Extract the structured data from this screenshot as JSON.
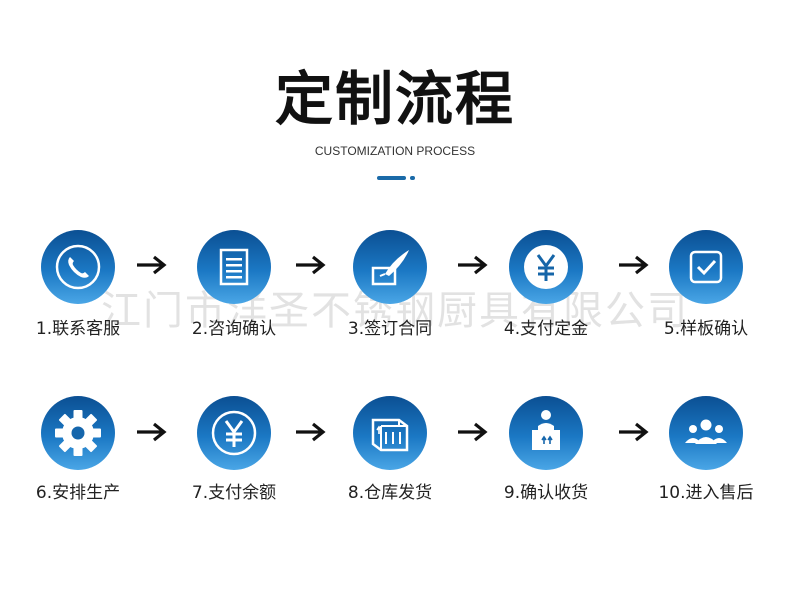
{
  "header": {
    "title": "定制流程",
    "subtitle": "CUSTOMIZATION PROCESS"
  },
  "watermark": "江门市洋圣不锈钢厨具有限公司",
  "steps": [
    {
      "label": "1.联系客服",
      "icon": "phone-icon"
    },
    {
      "label": "2.咨询确认",
      "icon": "document-icon"
    },
    {
      "label": "3.签订合同",
      "icon": "quill-contract-icon"
    },
    {
      "label": "4.支付定金",
      "icon": "yen-coin-icon"
    },
    {
      "label": "5.样板确认",
      "icon": "checkbox-icon"
    },
    {
      "label": "6.安排生产",
      "icon": "gear-icon"
    },
    {
      "label": "7.支付余额",
      "icon": "yen-coin-icon"
    },
    {
      "label": "8.仓库发货",
      "icon": "warehouse-icon"
    },
    {
      "label": "9.确认收货",
      "icon": "delivery-box-icon"
    },
    {
      "label": "10.进入售后",
      "icon": "team-icon"
    }
  ],
  "colors": {
    "circle_top": "#0b4f93",
    "circle_bottom": "#4aa6e6",
    "accent": "#1a6aa8",
    "text": "#222222"
  }
}
